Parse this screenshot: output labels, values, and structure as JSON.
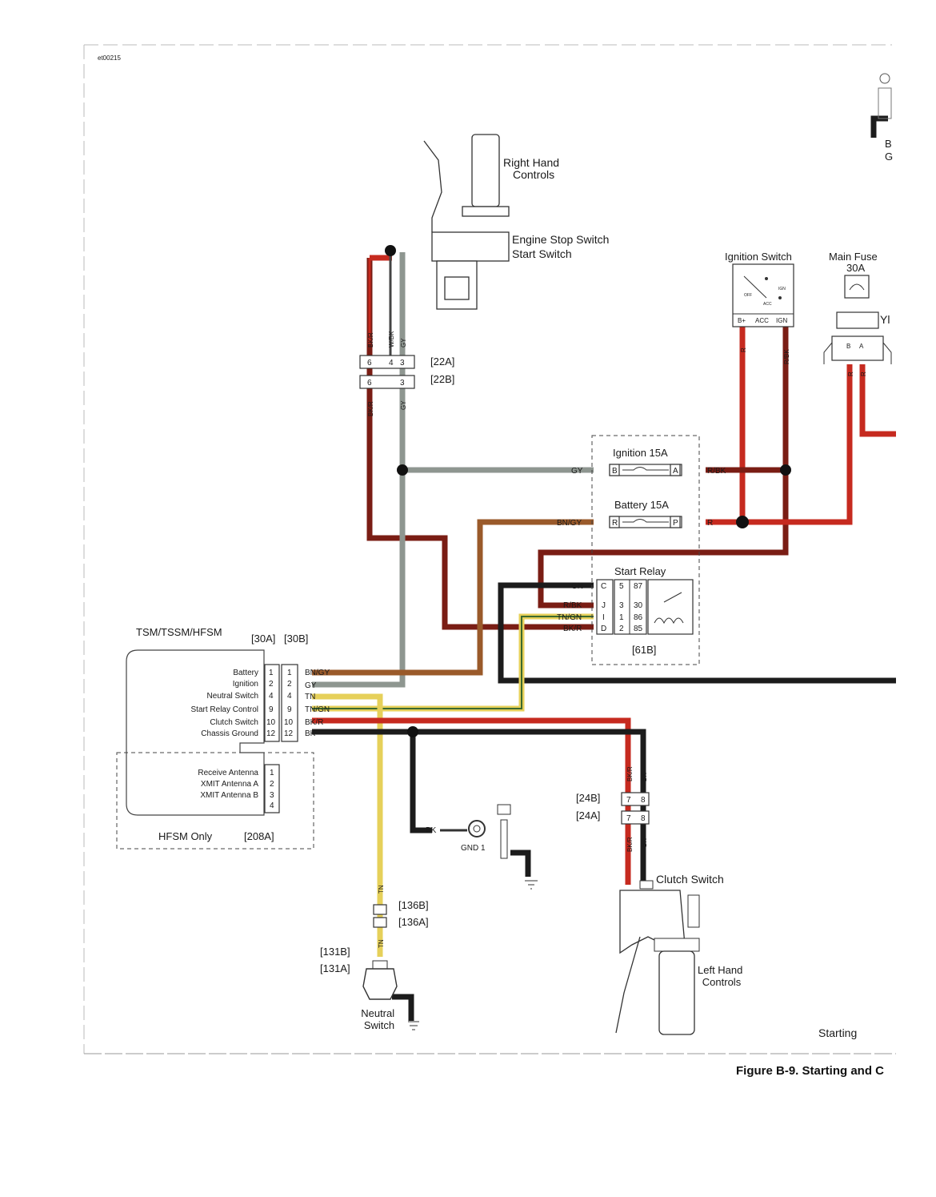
{
  "figure_id": "et00215",
  "figure_caption": "Figure B-9. Starting and C",
  "section_label": "Starting",
  "components": {
    "right_hand_controls": "Right Hand\nControls",
    "engine_stop_switch": "Engine Stop Switch",
    "start_switch": "Start Switch",
    "ignition_switch": {
      "title": "Ignition Switch",
      "terminals": [
        "B+",
        "ACC",
        "IGN"
      ],
      "positions": [
        "OFF",
        "ACC",
        "IGN"
      ]
    },
    "main_fuse": {
      "title": "Main Fuse",
      "rating": "30A",
      "terminals": [
        "B",
        "A"
      ]
    },
    "ignition_fuse": {
      "title": "Ignition 15A",
      "pins": [
        "B",
        "A"
      ]
    },
    "battery_fuse": {
      "title": "Battery 15A",
      "pins": [
        "R",
        "P"
      ]
    },
    "start_relay": {
      "title": "Start Relay",
      "pins": [
        {
          "letter": "C",
          "num": "5",
          "term": "87",
          "wire": "GN"
        },
        {
          "letter": "J",
          "num": "3",
          "term": "30",
          "wire": "R/BK"
        },
        {
          "letter": "I",
          "num": "1",
          "term": "86",
          "wire": "TN/GN"
        },
        {
          "letter": "D",
          "num": "2",
          "term": "85",
          "wire": "BK/R"
        }
      ],
      "connector": "[61B]"
    },
    "module": {
      "title": "TSM/TSSM/HFSM",
      "connector_a": "[30A]",
      "connector_b": "[30B]",
      "pins": [
        {
          "label": "Battery",
          "pin_a": "1",
          "pin_b": "1",
          "wire": "BN/GY"
        },
        {
          "label": "Ignition",
          "pin_a": "2",
          "pin_b": "2",
          "wire": "GY"
        },
        {
          "label": "Neutral Switch",
          "pin_a": "4",
          "pin_b": "4",
          "wire": "TN"
        },
        {
          "label": "Start Relay Control",
          "pin_a": "9",
          "pin_b": "9",
          "wire": "TN/GN"
        },
        {
          "label": "Clutch Switch",
          "pin_a": "10",
          "pin_b": "10",
          "wire": "BK/R"
        },
        {
          "label": "Chassis Ground",
          "pin_a": "12",
          "pin_b": "12",
          "wire": "BK"
        }
      ],
      "hfsm_pins": [
        {
          "label": "Receive Antenna",
          "pin": "1"
        },
        {
          "label": "XMIT Antenna  A",
          "pin": "2"
        },
        {
          "label": "XMIT Antenna  B",
          "pin": "3"
        },
        {
          "label": "",
          "pin": "4"
        }
      ],
      "hfsm_only": "HFSM Only",
      "hfsm_connector": "[208A]"
    },
    "connector_22": {
      "a": "[22A]",
      "b": "[22B]",
      "pins_a": [
        "6",
        "4",
        "3"
      ],
      "pins_b": [
        "6",
        "3"
      ],
      "wires_top": [
        "BK/R",
        "W/BK",
        "GY"
      ],
      "wires_bottom": [
        "BK/R",
        "GY"
      ]
    },
    "connector_24": {
      "a": "[24A]",
      "b": "[24B]",
      "pins": [
        "7",
        "8"
      ],
      "wires": [
        "BK/R",
        "BK"
      ]
    },
    "connector_136": {
      "a": "[136A]",
      "b": "[136B]",
      "wire": "TN"
    },
    "connector_131": {
      "a": "[131A]",
      "b": "[131B]"
    },
    "clutch_switch": "Clutch Switch",
    "left_hand_controls": "Left Hand\nControls",
    "neutral_switch": "Neutral\nSwitch",
    "ground": {
      "wire": "BK",
      "label": "GND 1"
    }
  },
  "wire_labels": {
    "gy": "GY",
    "rbk": "R/BK",
    "bngy": "BN/GY",
    "r": "R",
    "tn": "TN",
    "gn": "GN",
    "tngn": "TN/GN",
    "bkr": "BK/R",
    "bk": "BK"
  },
  "edge_fragments": {
    "yl": "Yl",
    "b": "B",
    "g": "G"
  },
  "colors": {
    "red": "#c62a1f",
    "dark_red": "#7a1d14",
    "black": "#1c1c1c",
    "gray": "#8e9690",
    "tan": "#e6d05a",
    "brown": "#9a5a2a",
    "green": "#2d5a2a"
  }
}
